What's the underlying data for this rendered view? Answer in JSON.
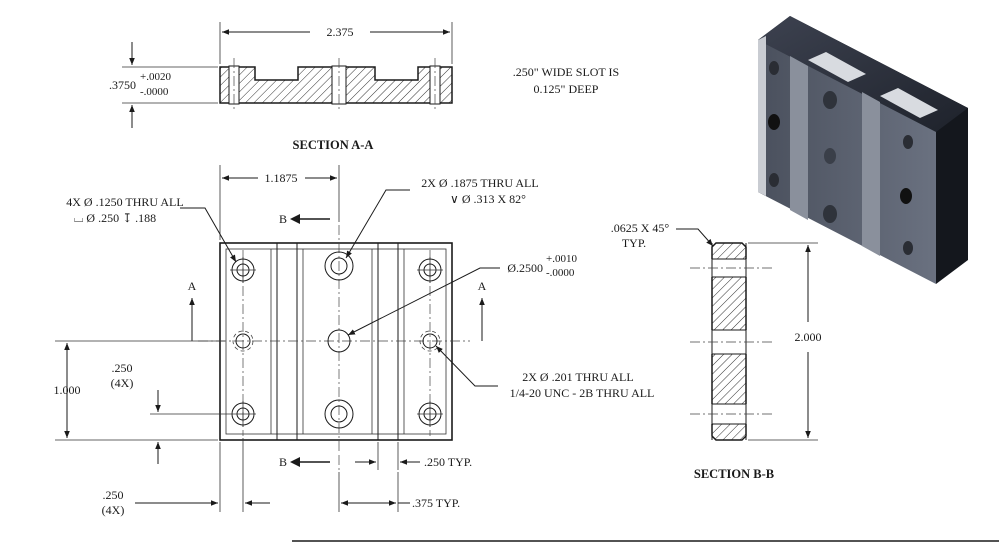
{
  "section_aa": {
    "title": "SECTION A-A",
    "width_dim": "2.375",
    "thickness_main": ".3750",
    "thickness_tol_plus": "+.0020",
    "thickness_tol_minus": "-.0000"
  },
  "slot_note": {
    "line1": ".250\" WIDE SLOT IS",
    "line2": "0.125\" DEEP"
  },
  "front_view": {
    "dim_center_horizontal": "1.1875",
    "hole_note_4x_line1": "4X Ø .1250 THRU ALL",
    "hole_note_4x_line2": "⌴ Ø .250 ↧ .188",
    "csk_note_line1": "2X Ø .1875 THRU ALL",
    "csk_note_line2": "∨ Ø .313 X 82°",
    "center_hole_main": "Ø.2500",
    "center_hole_tol_plus": "+.0010",
    "center_hole_tol_minus": "-.0000",
    "tap_note_line1": "2X Ø .201 THRU ALL",
    "tap_note_line2": "1/4-20 UNC - 2B THRU ALL",
    "dim_vertical": "1.000",
    "dim_edge_top": ".250",
    "dim_edge_top_qty": "(4X)",
    "dim_edge_bottom": ".250",
    "dim_edge_bottom_qty": "(4X)",
    "dim_slot_typ": ".250  TYP.",
    "dim_slot_spacing_typ": ".375  TYP.",
    "section_marker_a": "A",
    "section_marker_b": "B"
  },
  "section_bb": {
    "title": "SECTION B-B",
    "chamfer_note_line1": ".0625 X 45°",
    "chamfer_note_line2": "TYP.",
    "height_dim": "2.000"
  },
  "iso_view": {
    "body_color": "#2e3340",
    "face_color": "#5a6070",
    "slot_color": "#c9ccd2"
  }
}
